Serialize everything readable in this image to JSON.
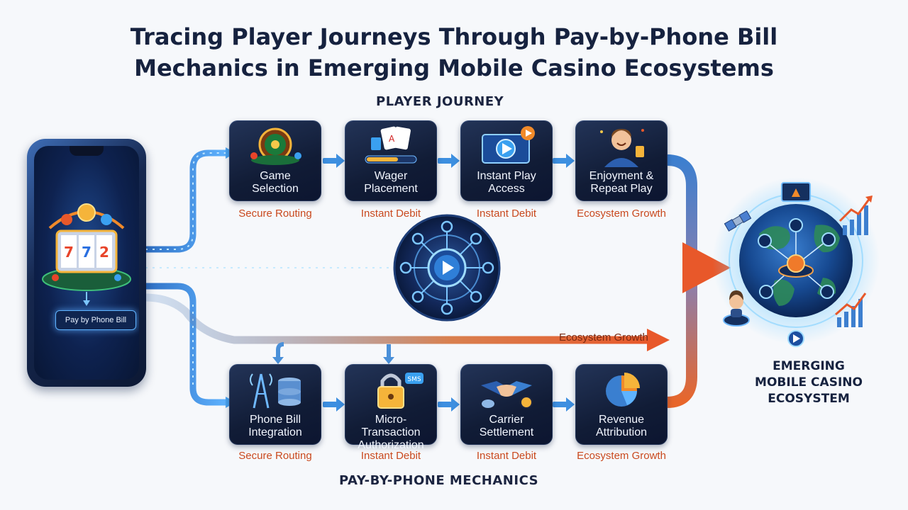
{
  "title": {
    "line1": "Tracing Player Journeys Through Pay-by-Phone Bill",
    "line2": "Mechanics in Emerging Mobile Casino Ecosystems"
  },
  "sections": {
    "top": "PLAYER JOURNEY",
    "bottom": "PAY-BY-PHONE MECHANICS"
  },
  "phone": {
    "button_label": "Pay by Phone Bill"
  },
  "journey": [
    {
      "label_line1": "Game",
      "label_line2": "Selection",
      "sub": "Secure Routing",
      "icon": "roulette-icon"
    },
    {
      "label_line1": "Wager",
      "label_line2": "Placement",
      "sub": "Instant Debit",
      "icon": "cards-chips-icon"
    },
    {
      "label_line1": "Instant Play",
      "label_line2": "Access",
      "sub": "Instant Debit",
      "icon": "play-screen-icon"
    },
    {
      "label_line1": "Enjoyment &",
      "label_line2": "Repeat Play",
      "sub": "Ecosystem Growth",
      "icon": "happy-player-icon"
    }
  ],
  "mechanics": [
    {
      "label_line1": "Phone Bill",
      "label_line2": "Integration",
      "sub": "Secure Routing",
      "icon": "tower-server-icon"
    },
    {
      "label_line1": "Micro-Transaction",
      "label_line2": "Authorization",
      "sub": "Instant Debit",
      "icon": "padlock-sms-icon"
    },
    {
      "label_line1": "Carrier",
      "label_line2": "Settlement",
      "sub": "Instant Debit",
      "icon": "handshake-icon"
    },
    {
      "label_line1": "Revenue",
      "label_line2": "Attribution",
      "sub": "Ecosystem Growth",
      "icon": "pie-chart-icon"
    }
  ],
  "growth_arrow_label": "Ecosystem Growth",
  "ecosystem": {
    "line1": "EMERGING",
    "line2": "MOBILE CASINO",
    "line3": "ECOSYSTEM"
  },
  "colors": {
    "card_bg": "#16223f",
    "flow_blue": "#3d8fe0",
    "flow_orange": "#e8662a",
    "sub_text": "#c9491e"
  }
}
